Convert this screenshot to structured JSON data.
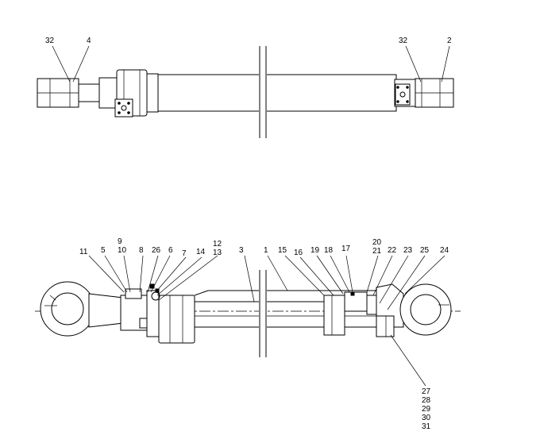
{
  "diagram": {
    "top_view_callouts": [
      "32",
      "4",
      "32",
      "2"
    ],
    "section_view_callouts_top": [
      "9",
      "10",
      "11",
      "5",
      "8",
      "26",
      "6",
      "7",
      "14",
      "12",
      "13",
      "3",
      "1",
      "15",
      "16",
      "19",
      "18",
      "17",
      "20",
      "21",
      "22",
      "23",
      "25",
      "24"
    ],
    "section_view_callouts_bottom": [
      "27",
      "28",
      "29",
      "30",
      "31"
    ]
  }
}
